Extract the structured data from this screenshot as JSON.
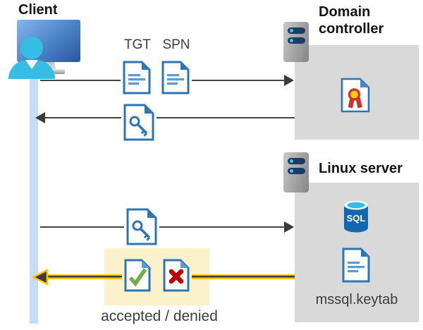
{
  "client": {
    "label": "Client"
  },
  "domain_controller": {
    "label": "Domain controller"
  },
  "linux_server": {
    "label": "Linux server"
  },
  "labels": {
    "tgt": "TGT",
    "spn": "SPN",
    "result": "accepted / denied",
    "keytab": "mssql.keytab",
    "sql": "SQL"
  },
  "flows": [
    {
      "from": "Client",
      "to": "Domain controller",
      "items": [
        "TGT",
        "SPN"
      ],
      "highlighted": false
    },
    {
      "from": "Domain controller",
      "to": "Client",
      "items": [
        "key-document"
      ],
      "highlighted": false
    },
    {
      "from": "Client",
      "to": "Linux server",
      "items": [
        "key-document"
      ],
      "highlighted": false
    },
    {
      "from": "Linux server",
      "to": "Client",
      "items": [
        "accepted-document",
        "denied-document"
      ],
      "highlighted": true
    }
  ],
  "icons": {
    "client": "monitor-user-icon",
    "domain_controller": "server-icon",
    "linux_server": "server-icon",
    "tgt": "ticket-document-icon",
    "spn": "ticket-document-icon",
    "service_ticket": "key-document-icon",
    "certificate": "certificate-document-icon",
    "database": "sql-database-icon",
    "keytab": "document-icon",
    "accepted": "check-document-icon",
    "denied": "cross-document-icon"
  },
  "colors": {
    "doc_blue": "#2e75b6",
    "doc_line_blue": "#5b9bd5",
    "cyan": "#35bde4",
    "box_gray": "#d9d9d9",
    "arrow_gray": "#454545",
    "highlight_yellow": "#fbf2cc",
    "arrow_yellow": "#fdc500",
    "check_green": "#6fad47",
    "cross_red": "#c00000",
    "lifeline_blue": "#c7dcf7",
    "server_navy": "#1e3a66",
    "sql_blue": "#1168b0"
  }
}
